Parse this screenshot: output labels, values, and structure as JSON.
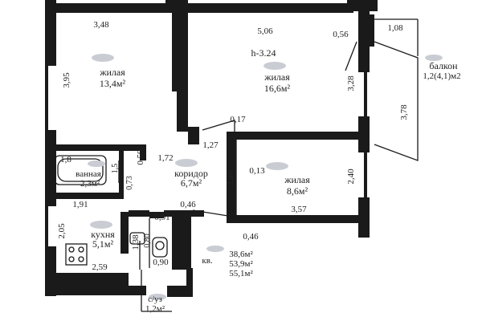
{
  "rooms": {
    "living1": {
      "name": "жилая",
      "area": "13,4м²"
    },
    "living2": {
      "name": "жилая",
      "area": "16,6м²",
      "height": "h-3.24"
    },
    "living3": {
      "name": "жилая",
      "area": "8,6м²"
    },
    "corridor": {
      "name": "коридор",
      "area": "6,7м²"
    },
    "bathroom": {
      "name": "ванная",
      "area": "2,3м²"
    },
    "kitchen": {
      "name": "кухня",
      "area": "5,1м²"
    },
    "toilet": {
      "name": "с/уз",
      "area": "1,2м²"
    },
    "balcony": {
      "name": "балкон",
      "area": "1,2(4,1)м2"
    }
  },
  "dimensions": {
    "d_348": "3,48",
    "d_506": "5,06",
    "d_056": "0,56",
    "d_108": "1,08",
    "d_395": "3,95",
    "d_328": "3,28",
    "d_378": "3,78",
    "d_017": "0,17",
    "d_127": "1,27",
    "d_059": "0,59",
    "d_172": "1,72",
    "d_18": "1,8",
    "d_15": "1,5",
    "d_073": "0,73",
    "d_240a": "2,40",
    "d_013": "0,13",
    "d_240b": "2,40",
    "d_191": "1,91",
    "d_046a": "0,46",
    "d_357": "3,57",
    "d_091": "0,91",
    "d_205": "2,05",
    "d_259": "2,59",
    "d_138": "1,38",
    "d_080": "0,80",
    "d_090": "0,90",
    "d_046b": "0,46"
  },
  "summary": {
    "label": "кв.",
    "line1": "38,6м²",
    "line2": "53,9м²",
    "line3": "55,1м²"
  }
}
